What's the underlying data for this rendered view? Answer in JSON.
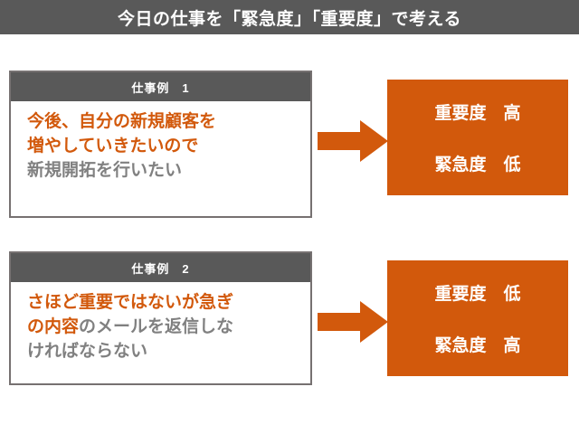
{
  "slide": {
    "title": "今日の仕事を「緊急度」「重要度」で考える",
    "colors": {
      "header_gray": "#595959",
      "border_gray": "#767171",
      "accent_orange": "#d2590c",
      "body_gray_text": "#808080",
      "white": "#ffffff"
    }
  },
  "examples": [
    {
      "header": "仕事例　1",
      "lines": [
        {
          "orange": "今後、自分の新規顧客を",
          "gray": ""
        },
        {
          "orange": "増やしていきたいので",
          "gray": ""
        },
        {
          "orange": "",
          "gray": "新規開拓を行いたい"
        }
      ],
      "arrow": "right-arrow-icon",
      "result": {
        "importance_label": "重要度",
        "importance_value": "高",
        "urgency_label": "緊急度",
        "urgency_value": "低",
        "importance_line": "重要度　高",
        "urgency_line": "緊急度　低"
      }
    },
    {
      "header": "仕事例　2",
      "lines": [
        {
          "orange": "さほど重要ではないが急ぎ",
          "gray": ""
        },
        {
          "orange": "の内容",
          "gray": "のメールを返信しな"
        },
        {
          "orange": "",
          "gray": "ければならない"
        }
      ],
      "arrow": "right-arrow-icon",
      "result": {
        "importance_label": "重要度",
        "importance_value": "低",
        "urgency_label": "緊急度",
        "urgency_value": "高",
        "importance_line": "重要度　低",
        "urgency_line": "緊急度　高"
      }
    }
  ]
}
